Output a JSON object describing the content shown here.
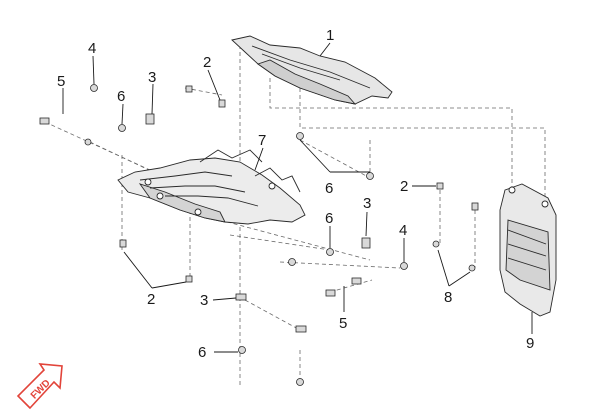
{
  "callouts": {
    "c1": "1",
    "c2a": "2",
    "c2b": "2",
    "c2c": "2",
    "c3a": "3",
    "c3b": "3",
    "c3c": "3",
    "c4a": "4",
    "c4b": "4",
    "c5a": "5",
    "c5b": "5",
    "c6a": "6",
    "c6b": "6",
    "c6c": "6",
    "c6d": "6",
    "c7": "7",
    "c8": "8",
    "c9": "9"
  },
  "fwd_badge": {
    "label": "FWD",
    "color": "#e2443a"
  }
}
